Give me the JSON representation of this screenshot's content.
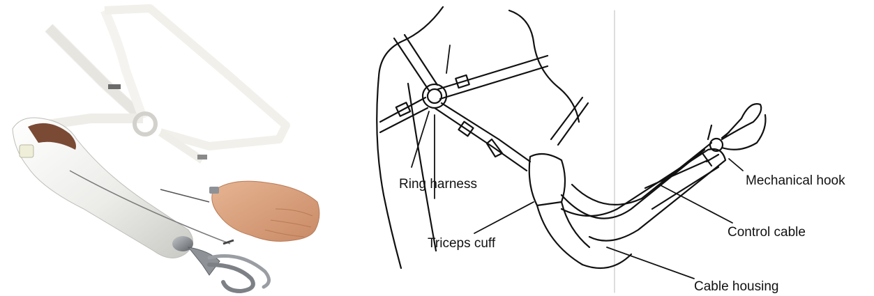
{
  "figure": {
    "photo": {
      "description_icon": "body-powered-prosthesis-photo",
      "colors": {
        "socket": "#e9e9e6",
        "harness": "#f2f1ec",
        "lining": "#7a4a35",
        "hand": "#d7a07e",
        "hook": "#8e9296"
      }
    },
    "diagram": {
      "labels": {
        "ring_harness": "Ring harness",
        "triceps_cuff": "Triceps cuff",
        "mechanical_hook": "Mechanical hook",
        "control_cable": "Control cable",
        "cable_housing": "Cable housing"
      },
      "line_color": "#111111"
    }
  }
}
